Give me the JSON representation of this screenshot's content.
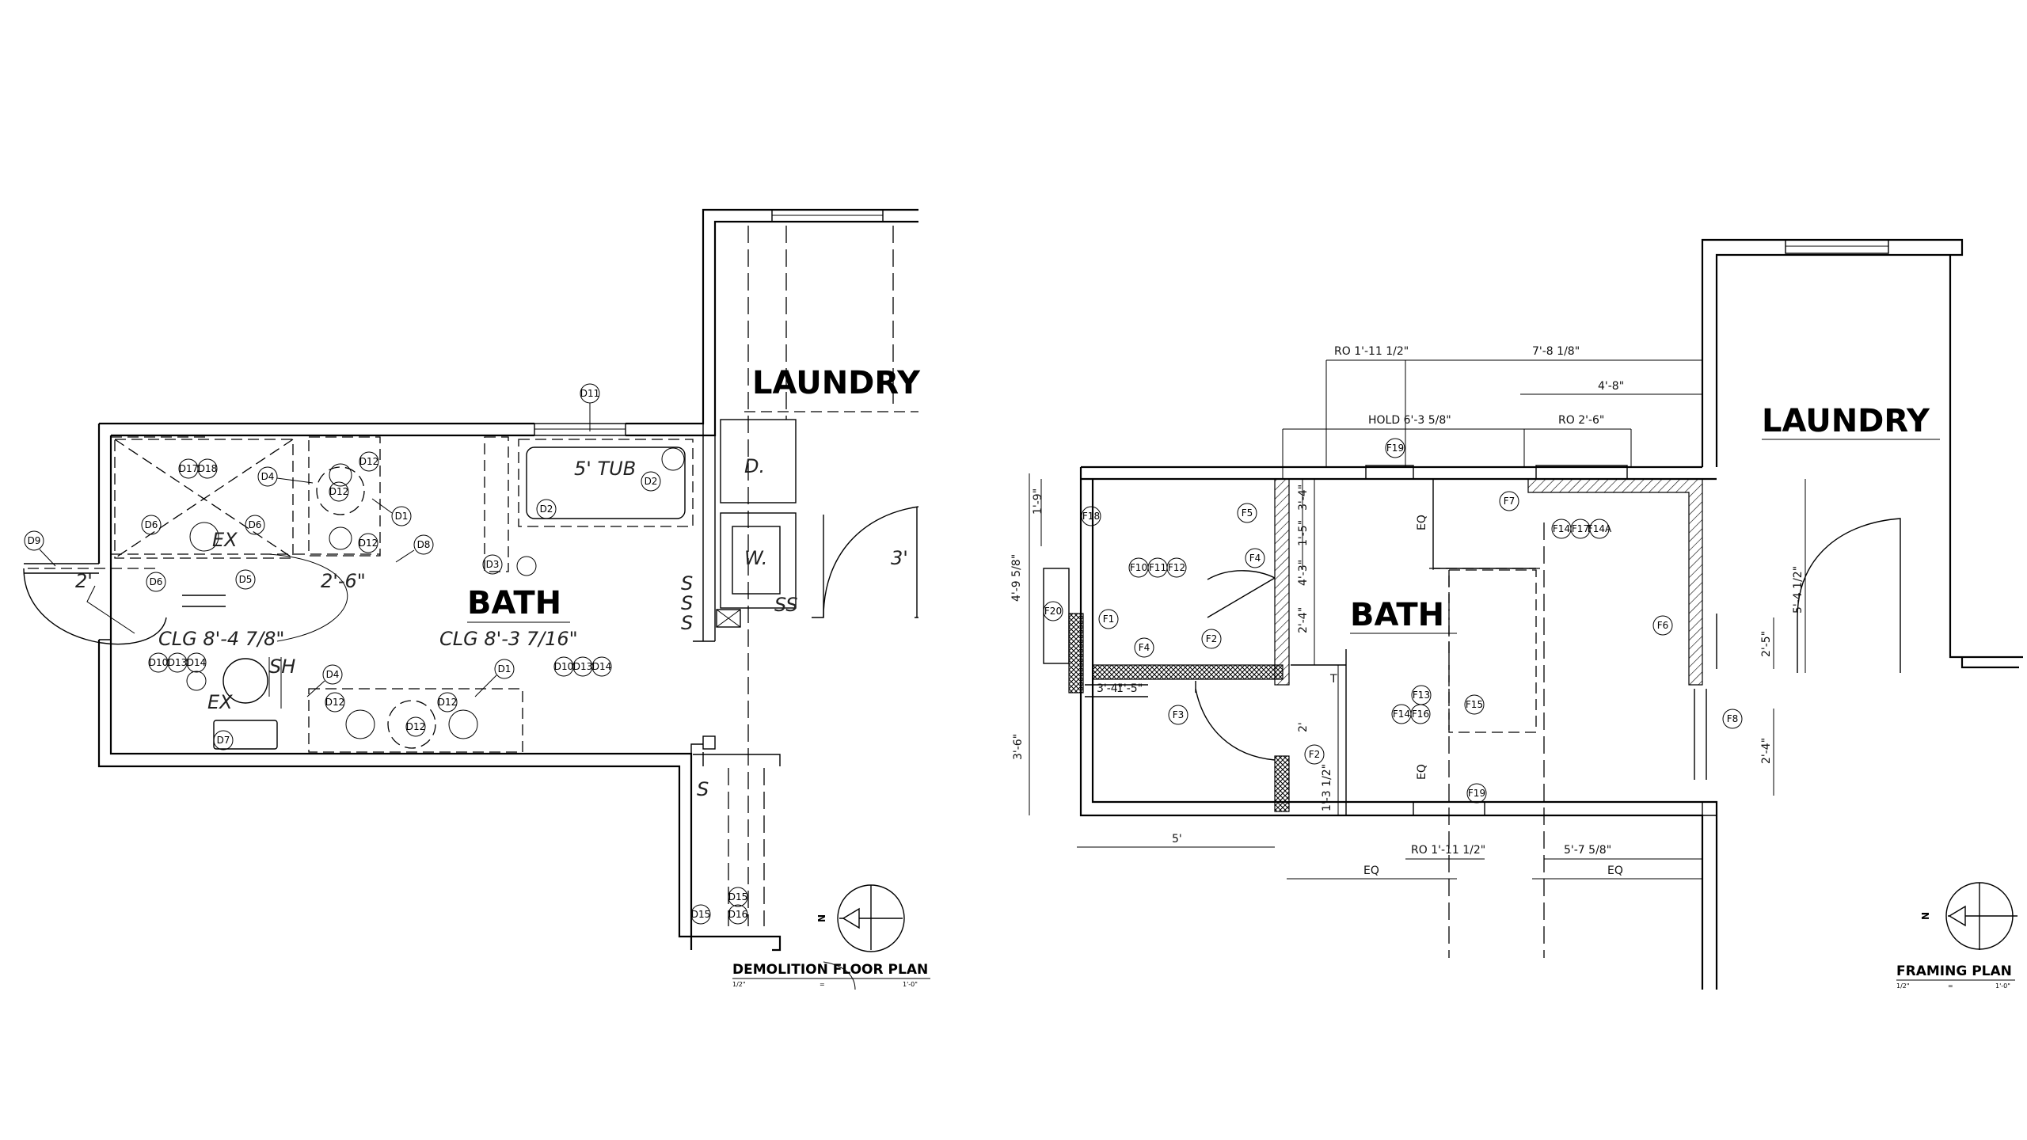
{
  "demolition_plan": {
    "title": "DEMOLITION FLOOR PLAN",
    "scale": [
      "1/2\"",
      "=",
      "1'-0\""
    ],
    "rooms": {
      "laundry": "LAUNDRY",
      "bath": "BATH"
    },
    "notes": {
      "tub": "5' TUB",
      "clg_left": "CLG 8'-4 7/8\"",
      "clg_right": "CLG 8'-3 7/16\"",
      "dim_2ft": "2'",
      "dim_2ft6": "2'-6\"",
      "dim_3ft": "3'",
      "dryer": "D.",
      "washer": "W.",
      "ex1": "EX",
      "ex2": "EX",
      "shelf": "SH",
      "s1": "S",
      "s2": "S",
      "s3": "S",
      "s4": "S",
      "ss": "SS"
    },
    "tags": {
      "d11": "D11",
      "d17": "D17",
      "d18": "D18",
      "d4a": "D4",
      "d12a": "D12",
      "d12b": "D12",
      "d1a": "D1",
      "d12c": "D12",
      "d8": "D8",
      "d9": "D9",
      "d6a": "D6",
      "d6b": "D6",
      "d6c": "D6",
      "d5": "D5",
      "d3": "D3",
      "d2a": "D2",
      "d2b": "D2",
      "d10a": "D10",
      "d13a": "D13",
      "d14a": "D14",
      "d4b": "D4",
      "d12d": "D12",
      "d12e": "D12",
      "d12f": "D12",
      "d1b": "D1",
      "d10b": "D10",
      "d13b": "D13",
      "d14b": "D14",
      "d7": "D7",
      "d15a": "D15",
      "d16": "D16",
      "d15b": "D15"
    }
  },
  "framing_plan": {
    "title": "FRAMING PLAN",
    "scale": [
      "1/2\"",
      "=",
      "1'-0\""
    ],
    "rooms": {
      "laundry": "LAUNDRY",
      "bath": "BATH"
    },
    "dims": {
      "ro_top": "RO 1'-11 1/2\"",
      "d_7_8": "7'-8 1/8\"",
      "d_4_8": "4'-8\"",
      "hold": "HOLD 6'-3 5/8\"",
      "ro_2_6": "RO 2'-6\"",
      "d_1_9": "1'-9\"",
      "d_4_9": "4'-9 5/8\"",
      "d_3_6": "3'-6\"",
      "d_2_4": "2'-4\"",
      "d_4_3": "4'-3\"",
      "d_1_5a": "1'-5\"",
      "d_3_4": "3'-4\"",
      "d_3_4b": "3'-4\"",
      "d_1_5b": "1'-5\"",
      "d_2": "2'",
      "d_1_3": "1'-3 1/2\"",
      "t": "T",
      "eq_top": "EQ",
      "eq_mid": "EQ",
      "eq_bl": "EQ",
      "eq_br": "EQ",
      "d_5": "5'",
      "ro_bottom": "RO 1'-11 1/2\"",
      "d_5_7": "5'-7 5/8\"",
      "d_5_4": "5'-4 1/2\"",
      "d_2_5": "2'-5\"",
      "d_2_4b": "2'-4\""
    },
    "tags": {
      "f19a": "F19",
      "f18": "F18",
      "f5": "F5",
      "f7": "F7",
      "f14a": "F14",
      "f17": "F17",
      "f14b": "F14A",
      "f4a": "F4",
      "f10": "F10",
      "f11": "F11",
      "f12": "F12",
      "f20": "F20",
      "f1": "F1",
      "f4b": "F4",
      "f2a": "F2",
      "f3": "F3",
      "f6": "F6",
      "f8": "F8",
      "f13": "F13",
      "f14c": "F14",
      "f16": "F16",
      "f15": "F15",
      "f2b": "F2",
      "f19b": "F19"
    }
  },
  "north_symbol": "N"
}
